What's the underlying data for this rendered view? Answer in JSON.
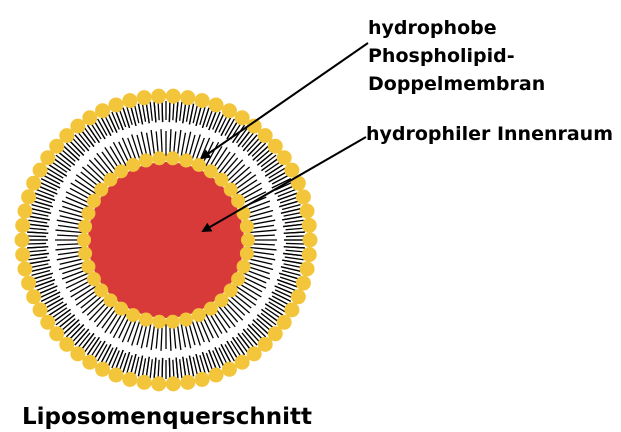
{
  "labels": {
    "membrane_lines": [
      "hydrophobe",
      "Phospholipid-",
      "Doppelmembran"
    ],
    "inner_space": "hydrophiler Innenraum"
  },
  "caption": "Liposomenquerschnitt",
  "colors": {
    "lipid_head": "#f3c53a",
    "inner_core": "#d83a3a",
    "tail": "#000000",
    "background": "#ffffff"
  }
}
